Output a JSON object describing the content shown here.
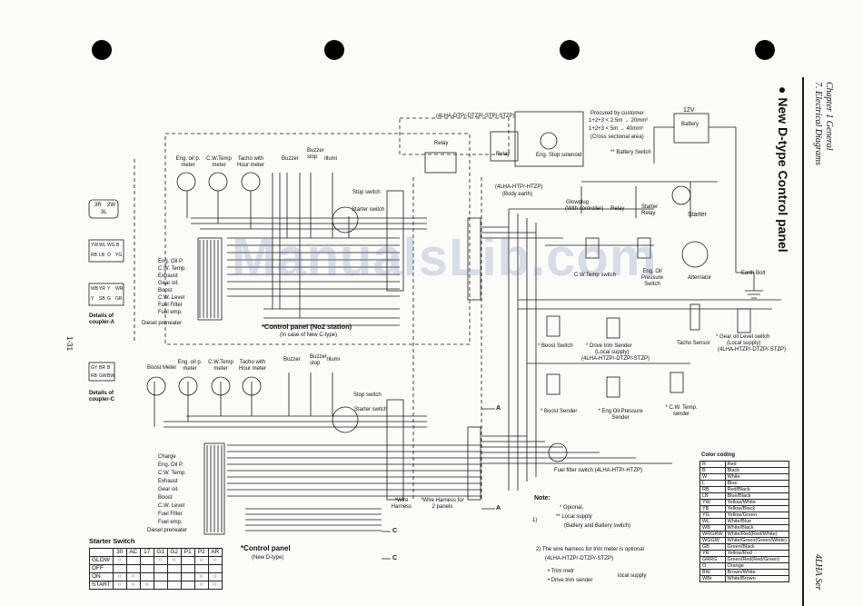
{
  "page_number": "1-31",
  "side_header": {
    "chapter": "Chapter 1 General",
    "section": "7. Electrical Diagrams",
    "series": "4LHA Ser",
    "panel_title": "● New D-type Control panel"
  },
  "watermark": "ManualsLib.com",
  "top_notes": {
    "models_top": "(4LHA-DTP/-DTZP/-STP/-STZP)",
    "models_body_earth": "(4LHA-HTP/-HTZP)",
    "body_earth": "(Body earth)",
    "procured": "Procured by customer",
    "size1": "1+2+3 < 2.5m → 20mm²",
    "size2": "1+2+3 < 5m → 40mm²",
    "cross": "(Cross sectional area)",
    "battery_switch": "** Battery Switch",
    "voltage": "12V",
    "battery": "Battery"
  },
  "components": {
    "relay": "Relay",
    "eng_stop_solenoid": "Eng. Stop solenoid",
    "relay2": "Relay",
    "glowplug": "Glowplug",
    "with_controller": "(With controller)",
    "relay3": "Relay",
    "starter_relay": "Starter Relay",
    "starter": "Starter",
    "cw_temp_switch": "C.W.Temp switch",
    "eng_oil_pressure_switch": "Eng. Oil Pressure Switch",
    "alternator": "Alternator",
    "earth_bolt": "Earth Bolt",
    "boost_switch": "* Boost Switch",
    "drive_trim_sender": "* Drive trim Sender",
    "local_supply": "(Local supply)",
    "trim_models": "(4LHA-HTZP/-DTZP/-STZP)",
    "tacho_sensor": "Tacho Sensor",
    "gear_oil_level_switch": "* Gear oil Level switch",
    "gear_local": "(Local supply)",
    "gear_models": "(4LHA-HTZP/-DTZP/-STZP)",
    "boost_sender": "* Boost Sender",
    "eng_oil_pressure_sender": "* Eng Oil Pressure Sender",
    "cw_temp_sender": "* C.W. Temp. sender",
    "fuel_filter_switch": "Fuel filter switch (4LHA-HTP/-HTZP)"
  },
  "upper_panel": {
    "gauges": [
      "Eng. oil p. meter",
      "C.W.Temp meter",
      "Tacho with Hour meter"
    ],
    "buzzer": "Buzzer",
    "buzzer_stop": "Buzzer stop",
    "illumi": "Illumi",
    "stop_switch": "Stop switch",
    "starter_switch": "Starter switch",
    "warnings": [
      "Eng. Oil P.",
      "C.W. Temp.",
      "Exhaust",
      "Gear oil.",
      "Boost",
      "C.W. Level",
      "Fuel Filter",
      "Fuel emp.",
      "Diesel preneater"
    ],
    "title": "*Control panel (No2 station)",
    "subtitle": "(In case of New C-type)"
  },
  "lower_panel": {
    "gauges": [
      "Boost Meter",
      "Eng. oil p. meter",
      "C.W.Temp meter",
      "Tacho with Hour meter"
    ],
    "buzzer": "Buzzer",
    "buzzer_stop": "Buzzer stop",
    "illumi": "Illumi",
    "stop_switch": "Stop switch",
    "starter_switch": "Starter switch",
    "warnings": [
      "Charge",
      "Eng. Oil P.",
      "C.W. Temp.",
      "Exhaust",
      "Gear oil.",
      "Boost",
      "C.W. Level",
      "Fuel Filter",
      "Fuel emp.",
      "Diesel preneater"
    ],
    "title": "*Control panel",
    "subtitle": "(New D-type)"
  },
  "harness": {
    "relay_top": "Relay",
    "wire_harness": "*Wire Harness",
    "wire_harness_2": "*Wire Harness for 2 panels",
    "conn_a": "A",
    "conn_a2": "A",
    "conn_c": "C",
    "conn_c2": "C"
  },
  "couplers": {
    "a_label": "Details of coupler-A",
    "c_label": "Details of coupler-C",
    "top_pins": [
      "3R",
      "2W"
    ],
    "top_pins2": [
      "3L"
    ],
    "a_pins": [
      "YW",
      "WL",
      "WG",
      "B",
      "RB",
      "LB",
      "O",
      "YG"
    ],
    "a_pins2": [
      "WB",
      "YR",
      "Y",
      "WR",
      "Y",
      "SB",
      "G",
      "GR"
    ],
    "c_pins": [
      "GY",
      "BR",
      "B",
      "RB",
      "GW",
      "BW"
    ]
  },
  "notes": {
    "heading": "Note:",
    "n_optional": "* Opional,",
    "n1_mark": "1)",
    "n1a": "** Local supply",
    "n1b": "(Batlery and Batlery switch)",
    "n2": "2)  The wire harness for trim meter is optional",
    "n2b": "(4LHA-HTZP/-DTZP/-STZP)",
    "trim_metr": "• Trim metr",
    "drive_trim": "• Drive trim sender",
    "local_supply": "local supply"
  },
  "color_coding": {
    "title": "Color coding",
    "rows": [
      [
        "R",
        "Red"
      ],
      [
        "B",
        "Black"
      ],
      [
        "W",
        "White"
      ],
      [
        "L",
        "Blue"
      ],
      [
        "RB",
        "Red/Black"
      ],
      [
        "LB",
        "Blue/Black"
      ],
      [
        "YW",
        "Yellow/White"
      ],
      [
        "YB",
        "Yellow/Black"
      ],
      [
        "YG",
        "Yellow/Green"
      ],
      [
        "WL",
        "White/Blue"
      ],
      [
        "WB",
        "White/Black"
      ],
      [
        "WRGRW",
        "White/Red(Red/White)"
      ],
      [
        "WGGW",
        "White/Green(Green/White)"
      ],
      [
        "GB",
        "Green/Black"
      ],
      [
        "YR",
        "Yellow/Red"
      ],
      [
        "GRRG",
        "Green/Red(Red/Green)"
      ],
      [
        "O",
        "Orange"
      ],
      [
        "BW",
        "Brown/White"
      ],
      [
        "WBr",
        "White/Brown"
      ]
    ]
  },
  "starter_switch": {
    "title": "Starter Switch",
    "headers": [
      "",
      "30",
      "AC",
      "17",
      "G1",
      "G2",
      "P1",
      "P2",
      "AR"
    ],
    "rows": [
      [
        "GLOW",
        "○",
        "",
        "",
        "○",
        "○",
        "",
        "○",
        "○"
      ],
      [
        "OFF",
        "",
        "",
        "",
        "",
        "",
        "",
        "",
        ""
      ],
      [
        "ON",
        "○",
        "○",
        "",
        "",
        "",
        "",
        "○",
        "○"
      ],
      [
        "START",
        "○",
        "○",
        "○",
        "",
        "",
        "",
        "○",
        "○"
      ]
    ]
  }
}
